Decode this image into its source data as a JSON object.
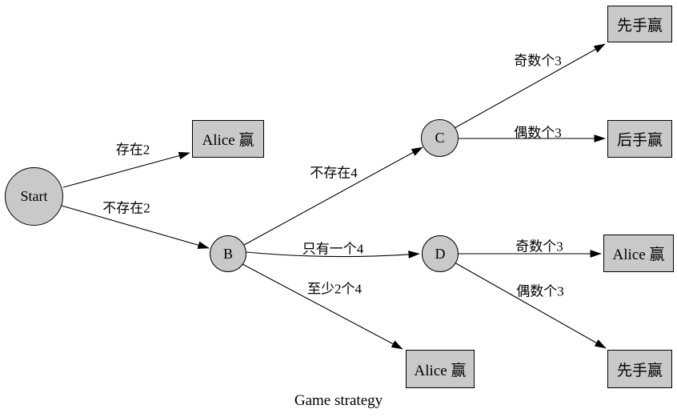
{
  "diagram": {
    "caption": "Game strategy",
    "colors": {
      "background": "#ffffff",
      "node_fill": "#c9c9c9",
      "node_stroke": "#000000",
      "edge_color": "#000000"
    },
    "nodes": {
      "start": {
        "label": "Start",
        "shape": "circle"
      },
      "b": {
        "label": "B",
        "shape": "circle"
      },
      "c": {
        "label": "C",
        "shape": "circle"
      },
      "d": {
        "label": "D",
        "shape": "circle"
      },
      "alice_top": {
        "label": "Alice 赢",
        "shape": "box"
      },
      "first_hand_top": {
        "label": "先手赢",
        "shape": "box"
      },
      "second_hand": {
        "label": "后手赢",
        "shape": "box"
      },
      "alice_mid": {
        "label": "Alice 赢",
        "shape": "box"
      },
      "alice_bottom": {
        "label": "Alice 赢",
        "shape": "box"
      },
      "first_hand_bottom": {
        "label": "先手赢",
        "shape": "box"
      }
    },
    "edges": {
      "start_to_alice_top": {
        "from": "start",
        "to": "alice_top",
        "label": "存在2"
      },
      "start_to_b": {
        "from": "start",
        "to": "b",
        "label": "不存在2"
      },
      "b_to_c": {
        "from": "b",
        "to": "c",
        "label": "不存在4"
      },
      "b_to_d": {
        "from": "b",
        "to": "d",
        "label": "只有一个4"
      },
      "b_to_alice_bottom": {
        "from": "b",
        "to": "alice_bottom",
        "label": "至少2个4"
      },
      "c_to_first_hand_top": {
        "from": "c",
        "to": "first_hand_top",
        "label": "奇数个3"
      },
      "c_to_second_hand": {
        "from": "c",
        "to": "second_hand",
        "label": "偶数个3"
      },
      "d_to_alice_mid": {
        "from": "d",
        "to": "alice_mid",
        "label": "奇数个3"
      },
      "d_to_first_hand_bottom": {
        "from": "d",
        "to": "first_hand_bottom",
        "label": "偶数个3"
      }
    }
  }
}
